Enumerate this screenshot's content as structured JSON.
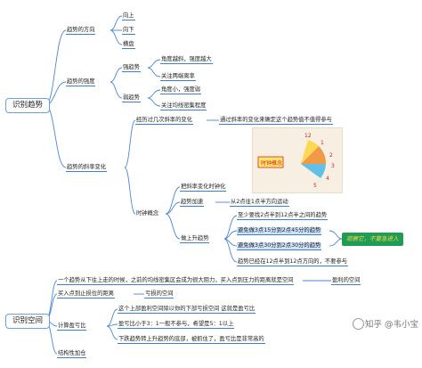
{
  "section1": {
    "root": "识别趋势",
    "direction": {
      "label": "趋势的方向",
      "items": [
        "向上",
        "向下",
        "横盘"
      ]
    },
    "strength": {
      "label": "趋势的强度",
      "strong": {
        "label": "强趋势",
        "items": [
          "角度越斜，强度越大",
          "关注两端离率"
        ]
      },
      "weak": {
        "label": "弱趋势",
        "items": [
          "角度小，强度弱",
          "关注均线密集程度"
        ]
      }
    },
    "slope": {
      "label": "趋势的斜率变化",
      "change": "经历过几次斜率的变化",
      "judge": "通过斜率的变化来确定这个趋势值不值得参与",
      "clock": {
        "label": "时钟概念",
        "items": [
          "把斜率变化时钟化",
          "趋势加速",
          "从2点往1点半方向运动"
        ],
        "rising": {
          "label": "做上升趋势",
          "items": [
            "至少要找2点半到12点半之间的趋势",
            "避免做3点15分到2点45分的趋势",
            "避免做3点30分到2点30分的趋势",
            "趋势已经在12点半到12点方向的，不要参与"
          ]
        },
        "note": "观察它，不要急进入"
      }
    }
  },
  "section2": {
    "root": "识别空间",
    "items": [
      "一个趋势从下往上走的时候，之前的均线密集区会成为很大阻力，买入点到压力的距离就是空间",
      "盈利的空间",
      "买入点到止损位的距离",
      "亏损的空间",
      "计算盈亏比",
      "这个上部盈利空间除以你的下部亏损空间 这就是盈亏比",
      "盈亏比小于3：1一般不参与，希望是5：1以上",
      "下跌趋势转上升趋势的底部，被抓住了，盈亏比是非常高的",
      "结构性加仓"
    ]
  },
  "watermark": "知乎 @韦小宝"
}
